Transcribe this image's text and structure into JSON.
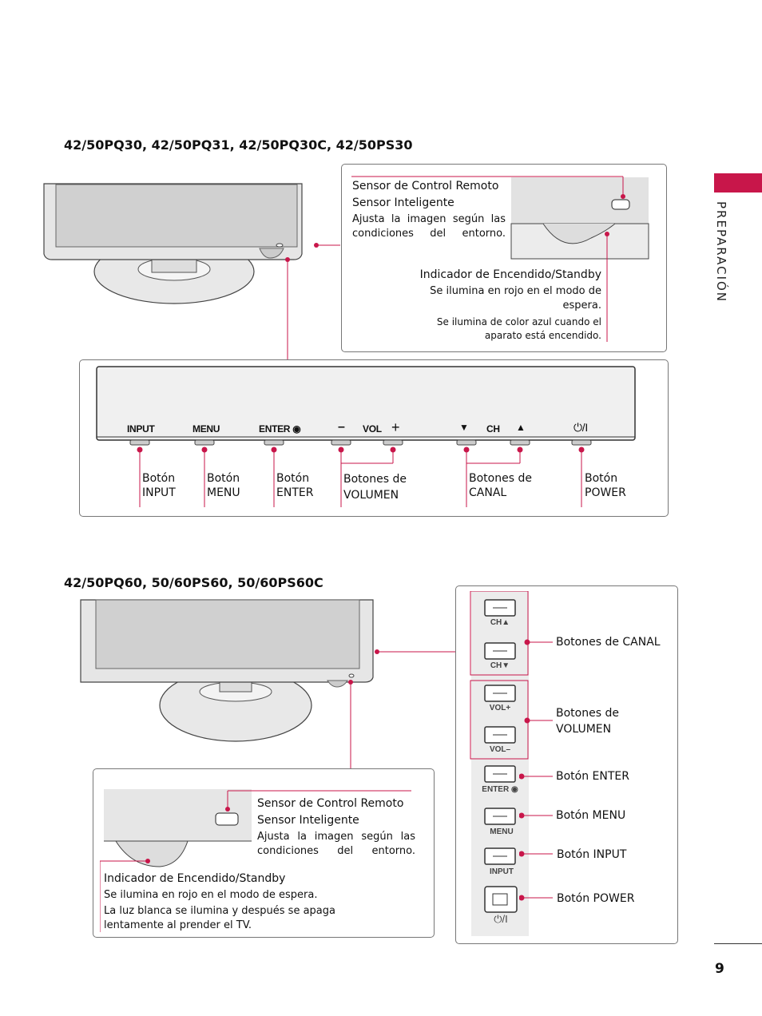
{
  "section": {
    "tab_label": "PREPARACIÓN",
    "page_number": "9",
    "accent_color": "#c8164a"
  },
  "top": {
    "title": "42/50PQ30, 42/50PQ31, 42/50PQ30C, 42/50PS30",
    "callout": {
      "remote_sensor": "Sensor de Control Remoto",
      "smart_sensor": "Sensor Inteligente",
      "smart_sensor_desc": "Ajusta la imagen según las condiciones del entorno.",
      "indicator_title": "Indicador de Encendido/Standby",
      "indicator_desc1": "Se ilumina en rojo en el modo de espera.",
      "indicator_desc2": "Se ilumina de color azul cuando el aparato está encendido."
    },
    "panel": {
      "buttons": [
        "INPUT",
        "MENU",
        "ENTER",
        "–",
        "VOL",
        "+",
        "▼",
        "CH",
        "▲",
        "⏻/I"
      ],
      "labels": [
        {
          "line1": "Botón",
          "line2": "INPUT"
        },
        {
          "line1": "Botón",
          "line2": "MENU"
        },
        {
          "line1": "Botón",
          "line2": "ENTER"
        },
        {
          "line1": "Botones de",
          "line2": "VOLUMEN"
        },
        {
          "line1": "Botones de",
          "line2": "CANAL"
        },
        {
          "line1": "Botón",
          "line2": "POWER"
        }
      ]
    }
  },
  "bottom": {
    "title": "42/50PQ60, 50/60PS60, 50/60PS60C",
    "callout": {
      "remote_sensor": "Sensor de Control Remoto",
      "smart_sensor": "Sensor Inteligente",
      "smart_sensor_desc": "Ajusta la imagen según las condiciones del entorno.",
      "indicator_title": "Indicador de Encendido/Standby",
      "indicator_desc1": "Se ilumina en rojo en el modo de espera.",
      "indicator_desc2": "La luz blanca se ilumina y después se apaga lentamente al prender el TV."
    },
    "side_panel": {
      "button_labels": [
        "CH▲",
        "CH▼",
        "VOL+",
        "VOL–",
        "ENTER ◉",
        "MENU",
        "INPUT",
        "⏻/I"
      ],
      "callouts": [
        "Botones de CANAL",
        "Botones de",
        "VOLUMEN",
        "Botón ENTER",
        "Botón MENU",
        "Botón INPUT",
        "Botón POWER"
      ]
    }
  }
}
